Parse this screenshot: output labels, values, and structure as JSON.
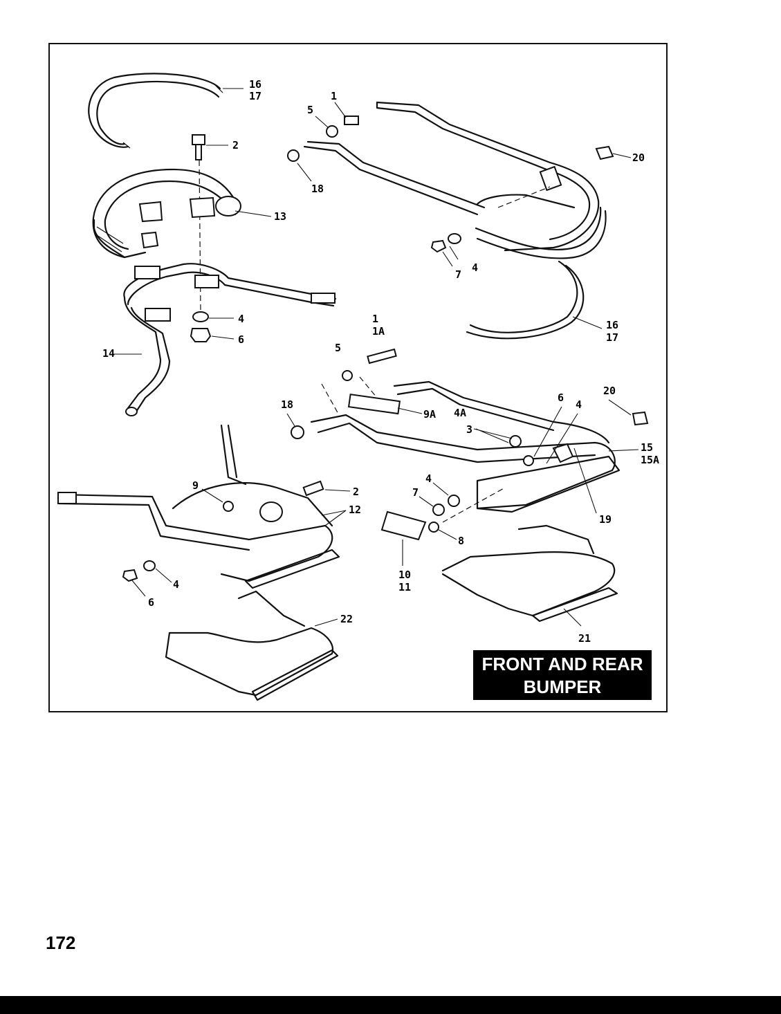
{
  "title": [
    "FRONT AND REAR",
    "BUMPER"
  ],
  "page_number": "172",
  "callouts": [
    "16",
    "17",
    "1",
    "5",
    "2",
    "20",
    "18",
    "13",
    "4",
    "7",
    "16",
    "17",
    "4",
    "6",
    "14",
    "1",
    "1A",
    "5",
    "20",
    "6",
    "4",
    "18",
    "9A",
    "4A",
    "3",
    "15",
    "15A",
    "9",
    "2",
    "12",
    "4",
    "7",
    "8",
    "19",
    "10",
    "11",
    "4",
    "6",
    "22",
    "21"
  ]
}
